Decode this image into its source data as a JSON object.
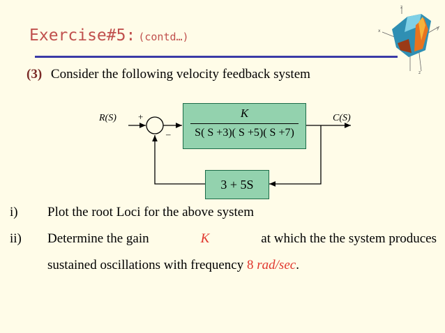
{
  "title": {
    "main": "Exercise#5:",
    "sub": "(contd…)"
  },
  "item": {
    "number": "(3)",
    "text": "Consider the following velocity feedback system"
  },
  "diagram": {
    "input_label": "R(S)",
    "output_label": "C(S)",
    "plus_sign": "+",
    "minus_sign": "–",
    "forward_numerator": "K",
    "forward_denominator": "S( S +3)( S +5)( S +7)",
    "feedback_block": "3 + 5S"
  },
  "questions": {
    "q1_marker": "i)",
    "q1_text": "Plot the root Loci for the above system",
    "q2_marker": "ii)",
    "q2_part1": "Determine the gain",
    "q2_K": "K",
    "q2_part2": "at which the the system produces",
    "q2_line2_part1": "sustained oscillations with frequency",
    "q2_freq": "8",
    "q2_unit": "rad/sec",
    "q2_end": "."
  },
  "colors": {
    "title": "#c0504d",
    "rule": "#3a3aa6",
    "block": "#93d2ae",
    "highlight": "#e0362d",
    "background": "#fffce8"
  },
  "logo_icon": "matlab-membrane-logo"
}
